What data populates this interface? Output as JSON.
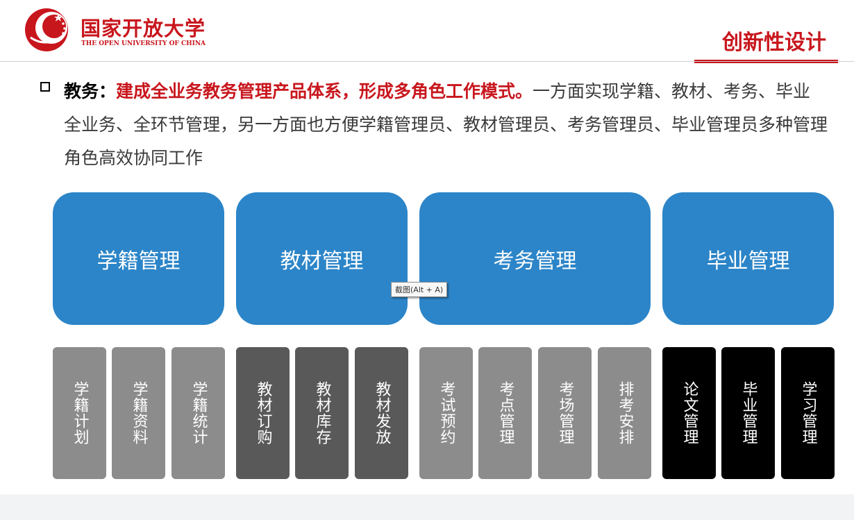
{
  "header": {
    "logo_cn": "国家开放大学",
    "logo_en": "THE OPEN UNIVERSITY OF CHINA",
    "section_title": "创新性设计"
  },
  "paragraph": {
    "label": "教务：",
    "highlight": "建成全业务教务管理产品体系，形成多角色工作模式。",
    "body": "一方面实现学籍、教材、考务、毕业全业务、全环节管理，另一方面也方便学籍管理员、教材管理员、考务管理员、毕业管理员多种管理角色高效协同工作"
  },
  "cards": [
    {
      "label": "学籍管理"
    },
    {
      "label": "教材管理"
    },
    {
      "label": "考务管理"
    },
    {
      "label": "毕业管理"
    }
  ],
  "subitems": [
    {
      "label": "学籍计划"
    },
    {
      "label": "学籍资料"
    },
    {
      "label": "学籍统计"
    },
    {
      "label": "教材订购"
    },
    {
      "label": "教材库存"
    },
    {
      "label": "教材发放"
    },
    {
      "label": "考试预约"
    },
    {
      "label": "考点管理"
    },
    {
      "label": "考场管理"
    },
    {
      "label": "排考安排"
    },
    {
      "label": "论文管理"
    },
    {
      "label": "毕业管理"
    },
    {
      "label": "学习管理"
    }
  ],
  "tooltip": {
    "text": "截图(Alt + A)"
  },
  "colors": {
    "brand_red": "#c8161d",
    "card_blue": "#2c85c8",
    "sub_gray_light": "#8c8c8c",
    "sub_gray_dark": "#595959",
    "sub_black": "#000000"
  }
}
